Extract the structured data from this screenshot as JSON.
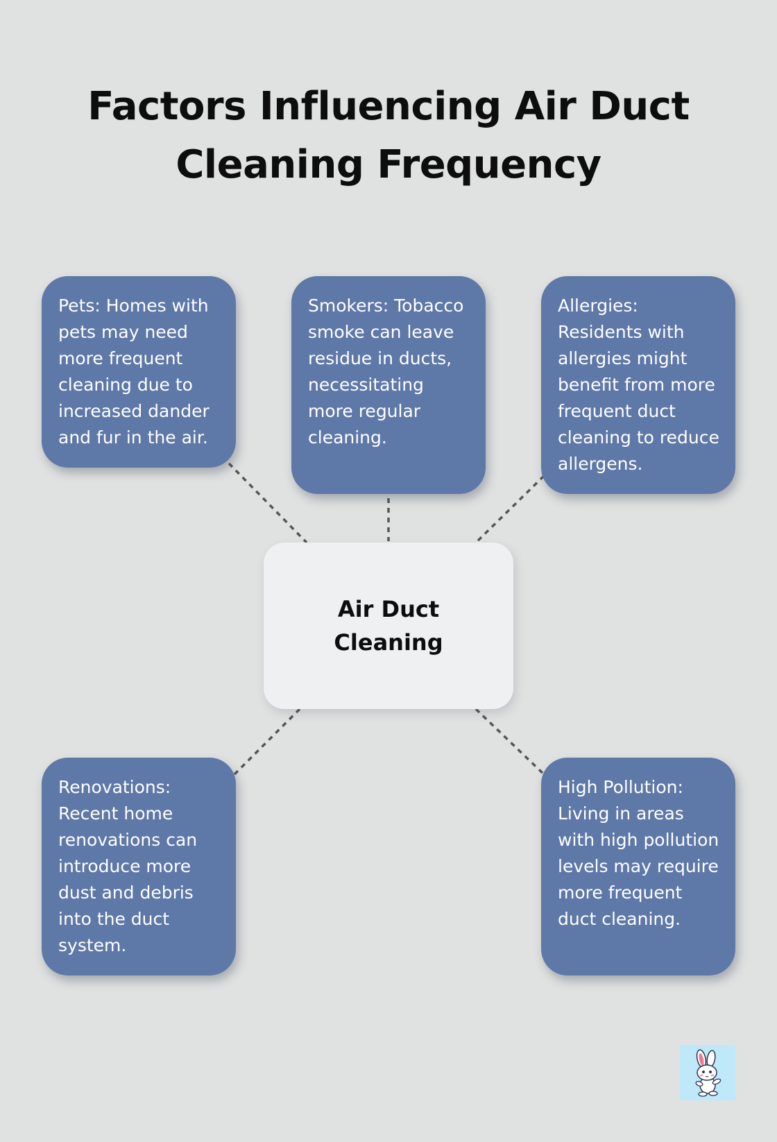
{
  "title": "Factors Influencing Air Duct Cleaning Frequency",
  "center": {
    "label": "Air Duct Cleaning"
  },
  "factors": [
    {
      "id": "pets",
      "text": "Pets: Homes with pets may need more frequent cleaning due to increased dander and fur in the air."
    },
    {
      "id": "smokers",
      "text": "Smokers: Tobacco smoke can leave residue in ducts, necessitating more regular cleaning."
    },
    {
      "id": "allergies",
      "text": "Allergies: Residents with allergies might benefit from more frequent duct cleaning to reduce allergens."
    },
    {
      "id": "renovations",
      "text": "Renovations: Recent home renovations can introduce more dust and debris into the duct system."
    },
    {
      "id": "pollution",
      "text": "High Pollution: Living in areas with high pollution levels may require more frequent duct cleaning."
    }
  ],
  "colors": {
    "background": "#e0e2e1",
    "card": "#5e78a8",
    "center": "#eff0f1",
    "connector": "#555555",
    "logo_bg": "#bfe8f8"
  },
  "logo": {
    "icon": "bunny-mascot-icon"
  }
}
